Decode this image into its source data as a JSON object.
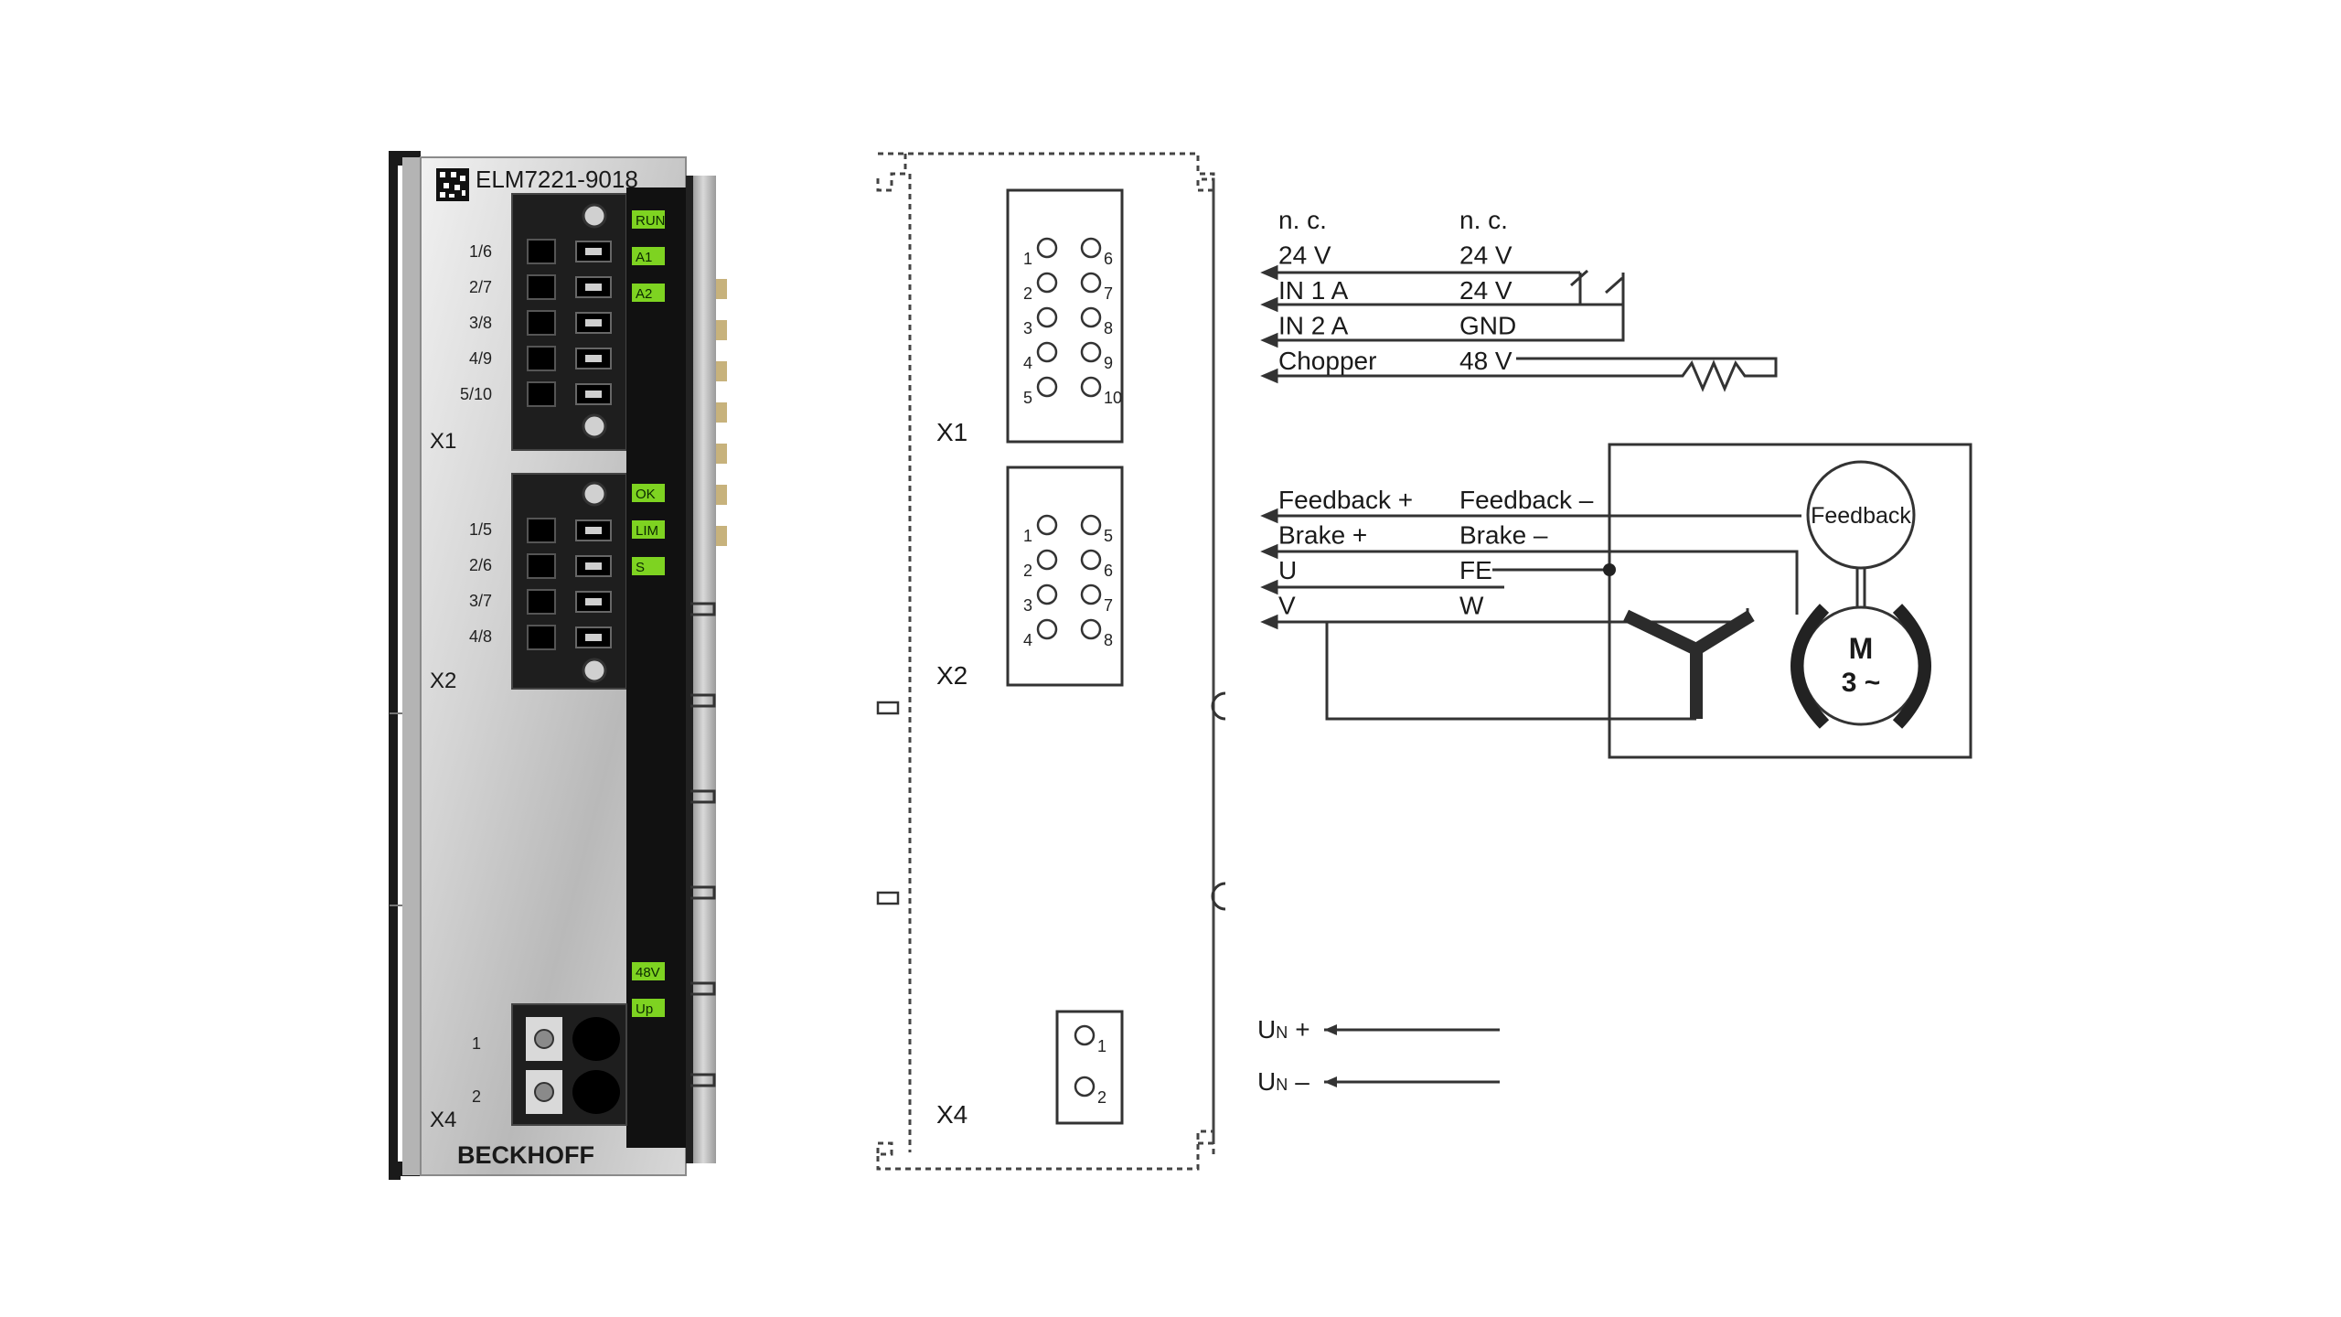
{
  "module": {
    "model": "ELM7221-9018",
    "brand": "BECKHOFF",
    "x1_label": "X1",
    "x2_label": "X2",
    "x4_label": "X4",
    "x1_pins": [
      "1/6",
      "2/7",
      "3/8",
      "4/9",
      "5/10"
    ],
    "x2_pins": [
      "1/5",
      "2/6",
      "3/7",
      "4/8"
    ],
    "x4_pins": [
      "1",
      "2"
    ],
    "leds_top": [
      "RUN",
      "A1",
      "A2"
    ],
    "leds_mid": [
      "OK",
      "LIM",
      "S"
    ],
    "leds_bottom": [
      "48V",
      "Up"
    ],
    "led_color": "#7ed321"
  },
  "schematic": {
    "x1_label": "X1",
    "x2_label": "X2",
    "x4_label": "X4",
    "x1_left_pins": [
      "1",
      "2",
      "3",
      "4",
      "5"
    ],
    "x1_right_pins": [
      "6",
      "7",
      "8",
      "9",
      "10"
    ],
    "x2_left_pins": [
      "1",
      "2",
      "3",
      "4"
    ],
    "x2_right_pins": [
      "5",
      "6",
      "7",
      "8"
    ],
    "x4_pins": [
      "1",
      "2"
    ]
  },
  "wiring": {
    "x1_left": [
      "n. c.",
      "24 V",
      "IN 1 A",
      "IN 2 A",
      "Chopper"
    ],
    "x1_right": [
      "n. c.",
      "24 V",
      "24 V",
      "GND",
      "48 V"
    ],
    "x2_left": [
      "Feedback +",
      "Brake +",
      "U",
      "V"
    ],
    "x2_right": [
      "Feedback –",
      "Brake –",
      "FE",
      "W"
    ],
    "feedback_label": "Feedback",
    "motor_m": "M",
    "motor_phase": "3 ~",
    "un_plus": "+",
    "un_minus": "–",
    "un_letter": "U",
    "un_sub": "N"
  }
}
